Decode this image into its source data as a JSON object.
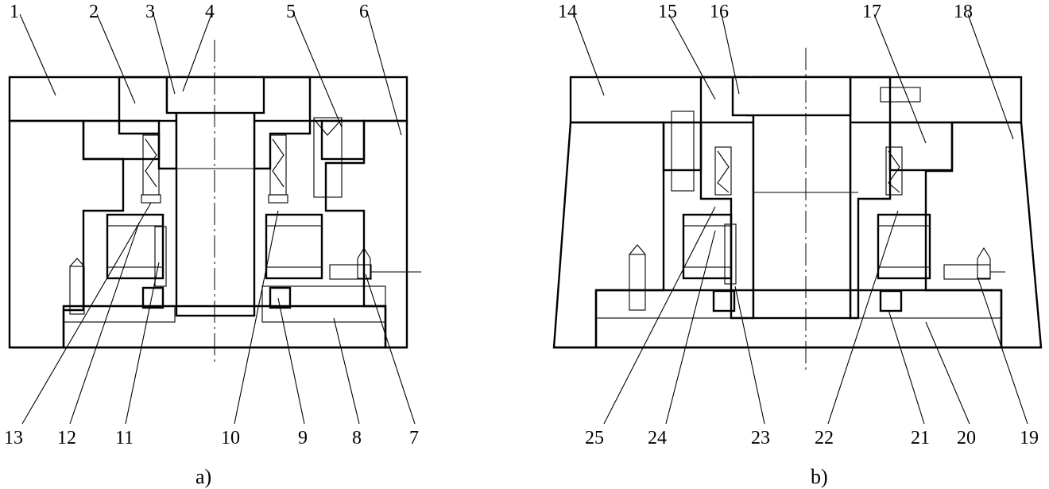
{
  "figure_a": {
    "caption": "a)",
    "labels_top": [
      "1",
      "2",
      "3",
      "4",
      "5",
      "6"
    ],
    "labels_bottom": [
      "13",
      "12",
      "11",
      "10",
      "9",
      "8",
      "7"
    ]
  },
  "figure_b": {
    "caption": "b)",
    "labels_top": [
      "14",
      "15",
      "16",
      "17",
      "18"
    ],
    "labels_bottom": [
      "25",
      "24",
      "23",
      "22",
      "21",
      "20",
      "19"
    ]
  },
  "colors": {
    "line": "#000000",
    "background": "#ffffff"
  }
}
